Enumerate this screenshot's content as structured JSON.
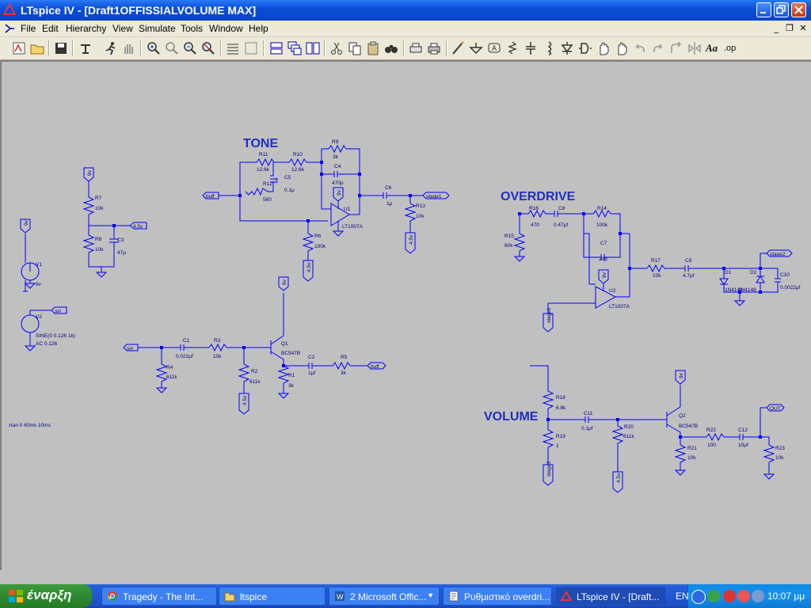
{
  "window": {
    "title": "LTspice IV - [Draft1OFFISSIALVOLUME MAX]"
  },
  "menu": {
    "file": "File",
    "edit": "Edit",
    "hierarchy": "Hierarchy",
    "view": "View",
    "simulate": "Simulate",
    "tools": "Tools",
    "window": "Window",
    "help": "Help"
  },
  "toolbar_icons": [
    "new-schematic-icon",
    "open-icon",
    "save-icon",
    "control-panel-icon",
    "run-icon",
    "halt-icon",
    "zoom-in-icon",
    "pan-icon",
    "zoom-out-icon",
    "zoom-fit-icon",
    "autorange-icon",
    "grid-icon",
    "tile-horizontal-icon",
    "cascade-icon",
    "tile-vertical-icon",
    "cut-icon",
    "copy-icon",
    "paste-icon",
    "find-icon",
    "print-preview-icon",
    "print-icon",
    "wire-icon",
    "ground-icon",
    "label-net-icon",
    "resistor-icon",
    "capacitor-icon",
    "inductor-icon",
    "diode-icon",
    "component-icon",
    "move-icon",
    "drag-icon",
    "undo-icon",
    "redo-icon",
    "rotate-icon",
    "mirror-icon",
    "text-icon",
    "spice-directive-icon"
  ],
  "toolbar_text": {
    "text": "Aa",
    ".op": ".op"
  },
  "schematic": {
    "headings": {
      "tone": "TONE",
      "overdrive": "OVERDRIVE",
      "volume": "VOLUME"
    },
    "directive": ".tran 0 60ms 10ms",
    "sources": {
      "v1": "V1",
      "v1_val": "9v",
      "v2": "V2",
      "v2_val": "SINE(0 0.126 1k)",
      "v2_ac": "AC 0.126"
    },
    "labels": {
      "9v": "9v",
      "4.5v": "4.5v",
      "stage1": "stage1",
      "stage2": "stage2",
      "buff": "buff",
      "sin": "sin",
      "out": "OUT"
    },
    "parts": {
      "r7": "R7",
      "r7v": "10k",
      "r8": "R8",
      "r8v": "10k",
      "c3": "C3",
      "c3v": "47μ",
      "r11": "R11",
      "r11v": "12.6k",
      "r10": "R10",
      "r10v": "12.6k",
      "r9": "R9",
      "r9v": "3k",
      "c4": "C4",
      "c4v": "470p",
      "c5": "C5",
      "c5v": "0.1μ",
      "r12": "R12",
      "r12v": "560",
      "u1": "U1",
      "u1v": "LT1007A",
      "r6": "R6",
      "r6v": "100k",
      "c6": "C6",
      "c6v": "1μ",
      "r13": "R13",
      "r13v": "10k",
      "r16": "R16",
      "r16v": "470",
      "c8": "C8",
      "c8v": "0.47μf",
      "r14": "R14",
      "r14v": "100k",
      "r15": "R15",
      "r15v": "60k",
      "c7": "C7",
      "c7v": "20p",
      "u2": "U2",
      "u2v": "LT1007A",
      "r17": "R17",
      "r17v": "10k",
      "c9": "C9",
      "c9v": "4.7μf",
      "d1": "D1",
      "d2": "D2",
      "d1v": "1N4148",
      "d2v": "1N4148",
      "c10": "C10",
      "c10v": "0.0022μf",
      "c1": "C1",
      "c1v": "0.022μf",
      "r3": "R3",
      "r3v": "10k",
      "r4": "R4",
      "r4v": "611k",
      "r2": "R2",
      "r2v": "611k",
      "q1": "Q1",
      "q1v": "BC547B",
      "r1": "R1",
      "r1v": "3k",
      "c2": "C2",
      "c2v": "1μf",
      "r5": "R5",
      "r5v": "3k",
      "r18": "R18",
      "r18v": "6.8k",
      "r19": "R19",
      "r19v": "1",
      "c11": "C11",
      "c11v": "0.1μf",
      "r20": "R20",
      "r20v": "611k",
      "q2": "Q2",
      "q2v": "BC547B",
      "r21": "R21",
      "r21v": "10k",
      "r22": "R22",
      "r22v": "100",
      "c12": "C12",
      "c12v": "10μf",
      "r23": "R23",
      "r23v": "10k"
    }
  },
  "taskbar": {
    "start": "έναρξη",
    "tasks": [
      {
        "label": "Tragedy - The Int..."
      },
      {
        "label": "ltspice"
      },
      {
        "label": "2 Microsoft Offic..."
      },
      {
        "label": "Ρυθμιστικό overdri..."
      },
      {
        "label": "LTspice IV - [Draft..."
      }
    ],
    "lang": "EN",
    "clock": "10:07 μμ"
  },
  "colors": {
    "wire": "#0000ff",
    "text": "#000080",
    "heading": "#1f2fbf",
    "bg": "#c0c0c0",
    "titlebar": "#0a4fd8"
  }
}
